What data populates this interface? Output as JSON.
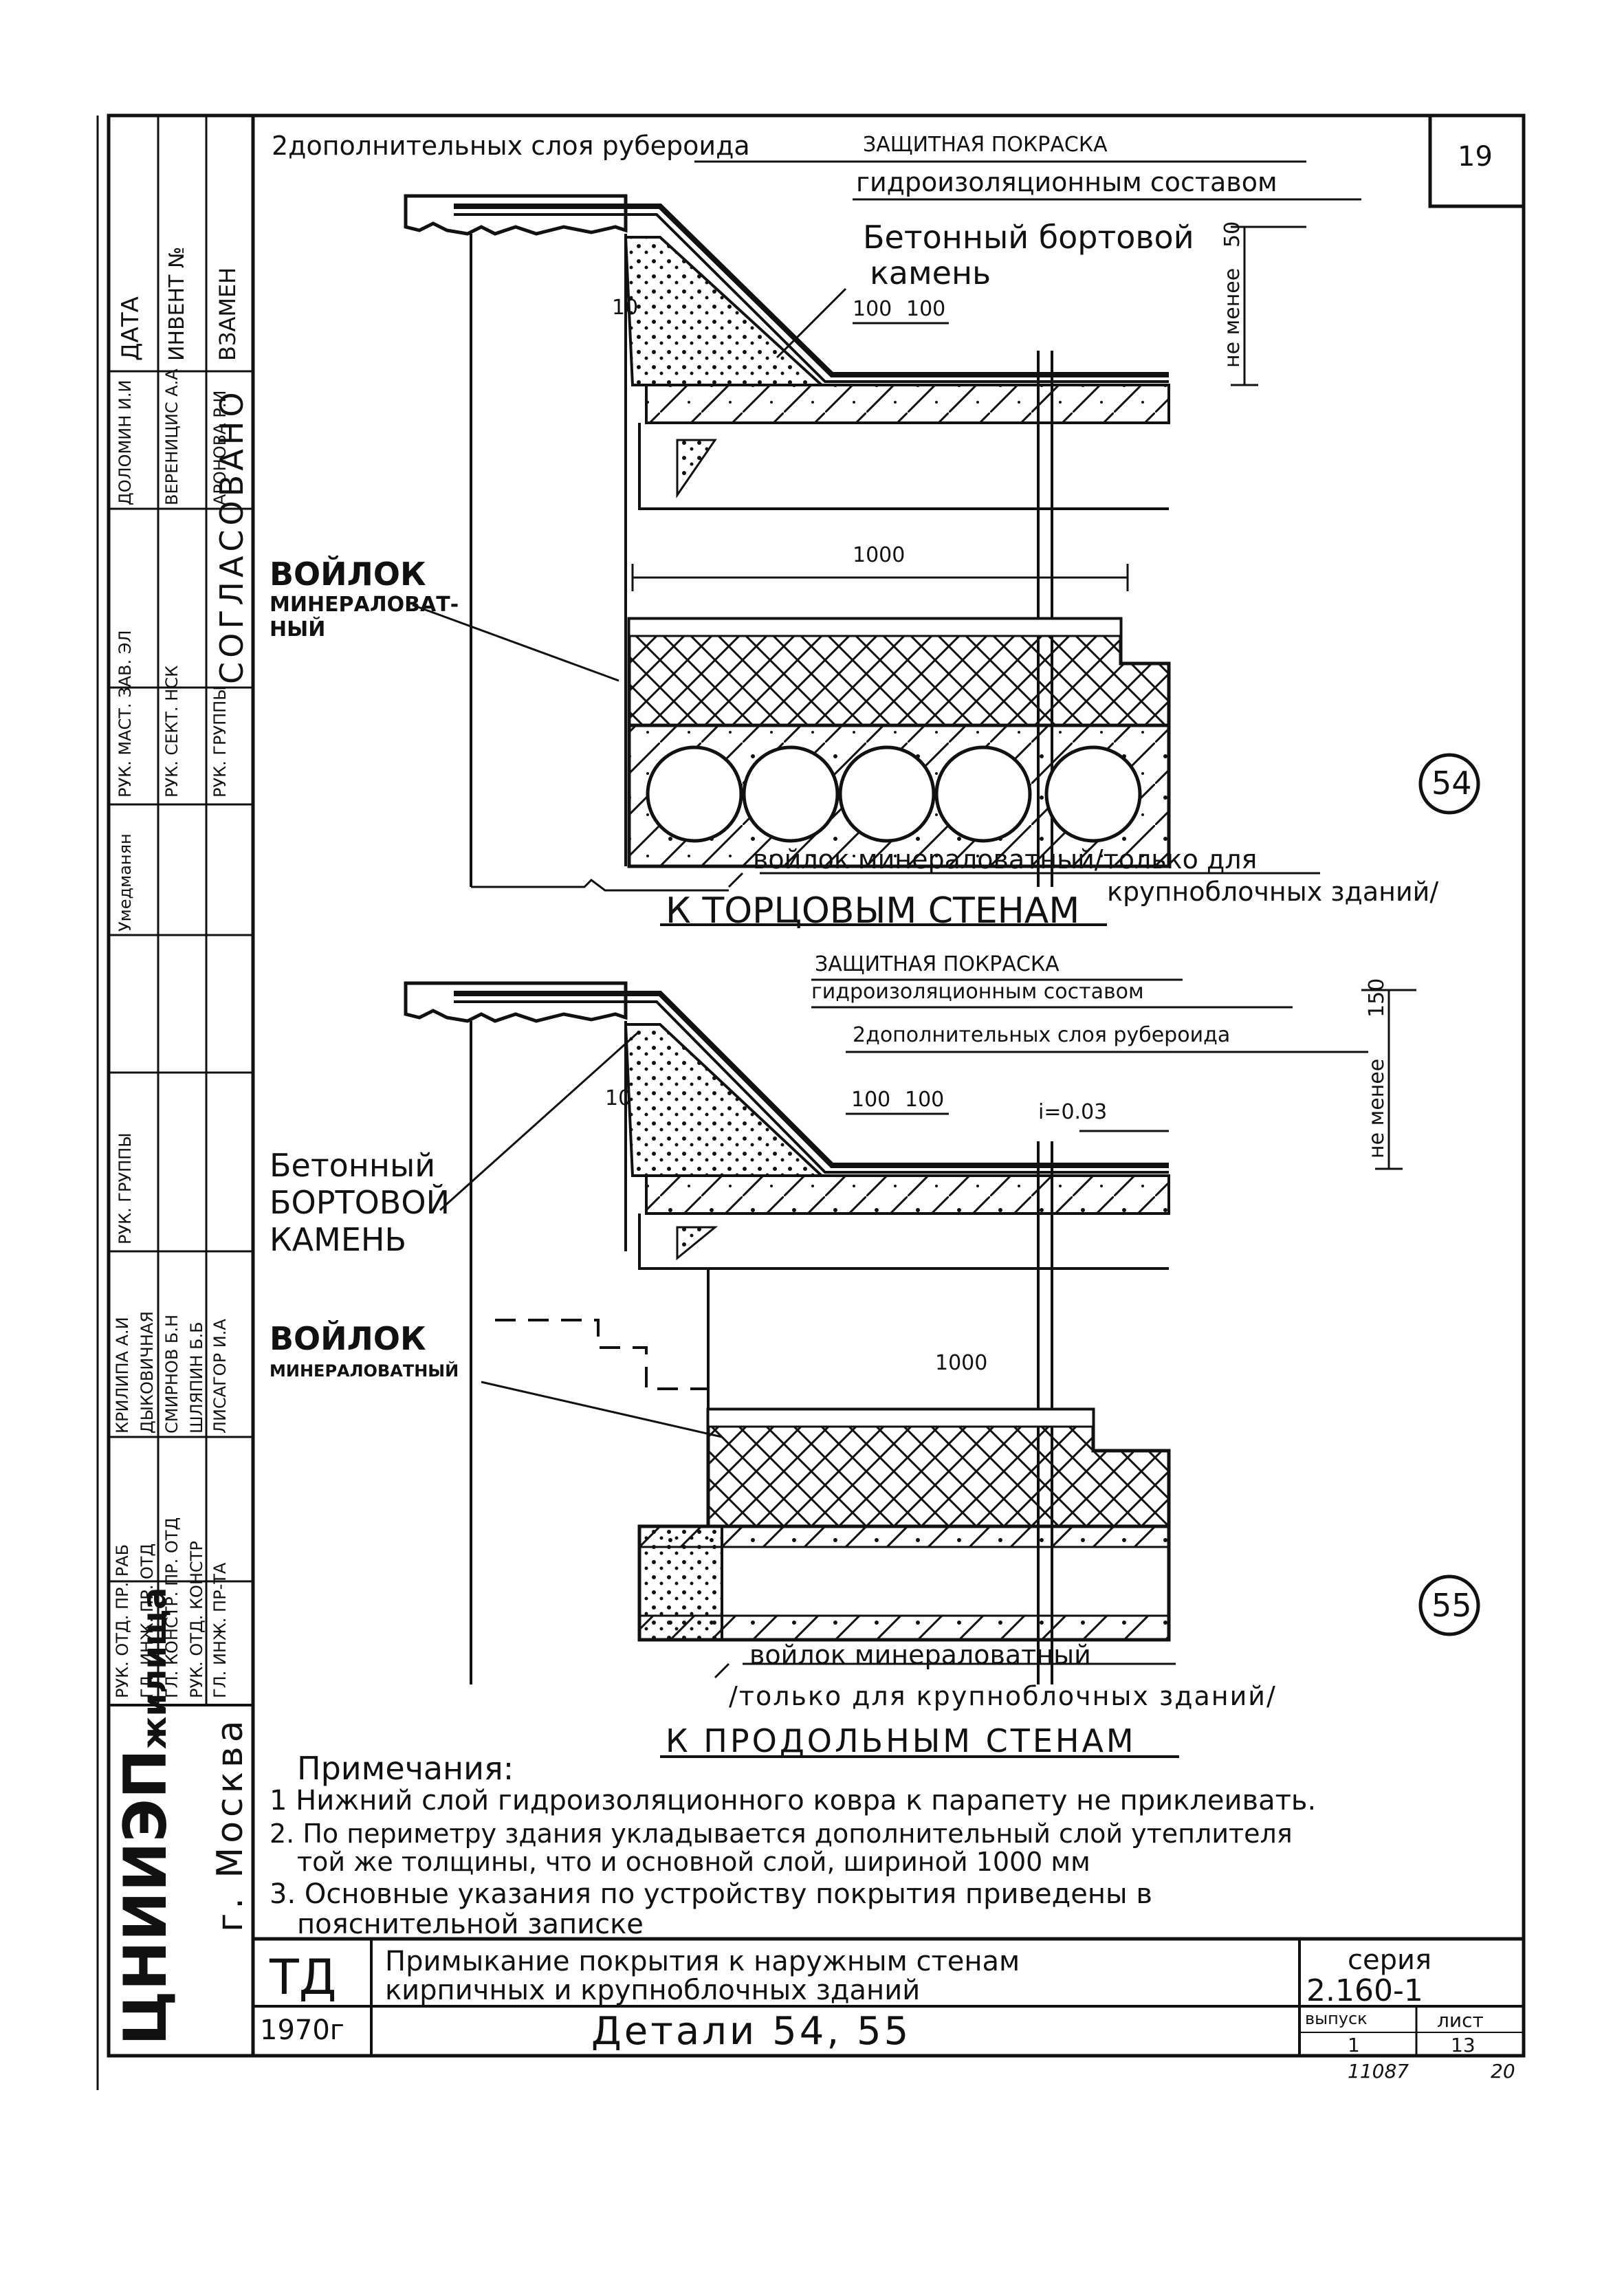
{
  "sheet": {
    "page_number": "19",
    "organization": "ЦНИИЭП",
    "organization_suffix": "жилища",
    "city": "г. Москва",
    "stamp_code": "ТД",
    "year": "1970г",
    "title_line1": "Примыкание покрытия к наружным стенам",
    "title_line2": "кирпичных и крупноблочных зданий",
    "subtitle": "Детали 54, 55",
    "series_label": "серия",
    "series_value": "2.160-1",
    "issue_label": "выпуск",
    "issue_value": "1",
    "sheet_label": "лист",
    "sheet_value": "13",
    "archive_number": "11087",
    "archive_suffix": "20"
  },
  "left_block": {
    "header": "СОГЛАСОВАНО",
    "columns": [
      "ДАТА",
      "ИНВЕНТ №",
      "ВЗАМЕН"
    ],
    "roles_top": [
      "РУК. МАСТ. ЗАВ. ЭЛ",
      "РУК. СЕКТ. НСК",
      "РУК. ГРУППЫ"
    ],
    "names_top": [
      "ДОЛОМИН И.И",
      "ВЕРЕНИЦИС А.А",
      "АРОНОВА Р.И"
    ],
    "mid_name": "Умедманян",
    "roles_bottom": [
      "РУК. ОТД. ПР. РАБ",
      "ГЛ. ИНЖ. ПР. ОТД",
      "ГЛ. КОНСТР. ПР. ОТД",
      "РУК. ОТД. КОНСТР",
      "ГЛ. ИНЖ. ПР-ТА"
    ],
    "names_bottom": [
      "КРИЛИПА А.И",
      "ДЫКОВИЧНАЯ",
      "СМИРНОВ Б.Н",
      "ШЛЯПИН Б.Б",
      "ЛИСАГОР И.А"
    ],
    "rol_group": "РУК. ГРУППЫ"
  },
  "detail54": {
    "number": "54",
    "title": "К ТОРЦОВЫМ СТЕНАМ",
    "label_ruberoid": "2дополнительных слоя рубероида",
    "label_paint_1": "ЗАЩИТНАЯ ПОКРАСКА",
    "label_paint_2": "гидроизоляционным составом",
    "label_stone_1": "Бетонный бортовой",
    "label_stone_2": "камень",
    "label_felt_1": "ВОЙЛОК",
    "label_felt_2": "МИНЕРАЛОВАТ-",
    "label_felt_3": "НЫЙ",
    "label_bottom_felt_1": "войлок минераловатный/только для",
    "label_bottom_felt_2": "крупноблочных зданий/",
    "dim_10": "10",
    "dim_100a": "100",
    "dim_100b": "100",
    "dim_1000": "1000",
    "dim_50": "50",
    "note_min": "не менее"
  },
  "detail55": {
    "number": "55",
    "title": "К ПРОДОЛЬНЫМ СТЕНАМ",
    "label_paint_1": "ЗАЩИТНАЯ ПОКРАСКА",
    "label_paint_2": "гидроизоляционным составом",
    "label_ruberoid": "2дополнительных слоя рубероида",
    "label_stone_1": "Бетонный",
    "label_stone_2": "БОРТОВОЙ",
    "label_stone_3": "КАМЕНЬ",
    "label_felt_1": "ВОЙЛОК",
    "label_felt_2": "МИНЕРАЛОВАТНЫЙ",
    "label_bottom_felt_1": "войлок минераловатный",
    "label_bottom_felt_2": "/только для крупноблочных зданий/",
    "dim_10": "10",
    "dim_100a": "100",
    "dim_100b": "100",
    "slope": "i=0.03",
    "dim_1000": "1000",
    "dim_150": "150",
    "note_min": "не менее"
  },
  "notes": {
    "header": "Примечания:",
    "items": [
      "1 Нижний слой гидроизоляционного ковра к парапету не приклеивать.",
      "2. По периметру здания укладывается дополнительный слой утеплителя",
      "той же толщины, что и основной слой, шириной 1000 мм",
      "3. Основные указания по устройству покрытия приведены в",
      "пояснительной записке"
    ]
  }
}
